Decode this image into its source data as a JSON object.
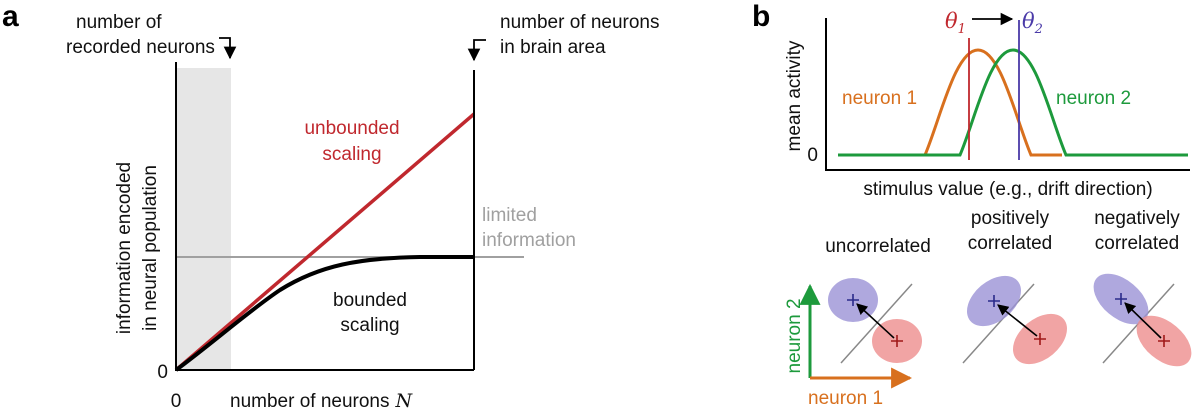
{
  "panel_a": {
    "label": "a",
    "ylabel_line1": "information encoded",
    "ylabel_line2": "in neural population",
    "xlabel": "number of neurons",
    "xlabel_var": "N",
    "tick_x0": "0",
    "tick_y0": "0",
    "recorded_line1": "number of",
    "recorded_line2": "recorded neurons",
    "brain_line1": "number of neurons",
    "brain_line2": "in brain area",
    "unbounded_line1": "unbounded",
    "unbounded_line2": "scaling",
    "limited_line1": "limited",
    "limited_line2": "information",
    "bounded_line1": "bounded",
    "bounded_line2": "scaling"
  },
  "panel_b": {
    "label": "b",
    "ylabel": "mean activity",
    "tick_y0": "0",
    "xlabel": "stimulus value (e.g., drift direction)",
    "theta1_sym": "θ",
    "theta1_sub": "1",
    "theta2_sym": "θ",
    "theta2_sub": "2",
    "neuron1_label": "neuron 1",
    "neuron2_label": "neuron 2",
    "uncorrelated": "uncorrelated",
    "positively_line1": "positively",
    "positively_line2": "correlated",
    "negatively_line1": "negatively",
    "negatively_line2": "correlated",
    "axis_neuron1": "neuron 1",
    "axis_neuron2": "neuron 2"
  },
  "colors": {
    "unbounded": "#c0282e",
    "bounded": "#000000",
    "limited": "#a0a0a0",
    "shade": "#e6e6e6",
    "neuron1": "#d8701e",
    "neuron2": "#1d9a3c",
    "theta1": "#c0282e",
    "theta2": "#4a3aa8",
    "blue_ellipse": "#9b92d6",
    "red_ellipse": "#ee8d8d"
  }
}
